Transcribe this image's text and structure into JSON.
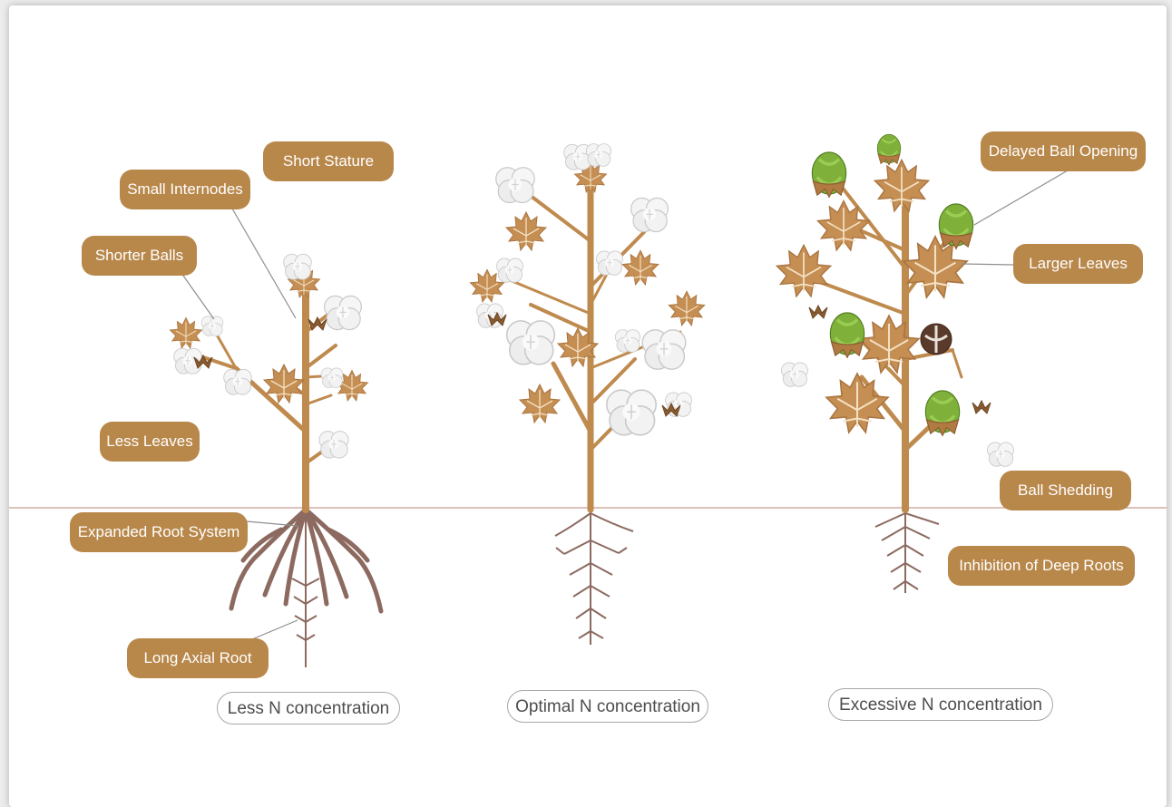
{
  "colors": {
    "tag_fill": "#b8874a",
    "stem": "#bf8a4e",
    "leaf": "#c58e53",
    "leaf_vein": "#f3e1c4",
    "root": "#8c6a60",
    "boll_green": "#7fb13a",
    "cotton": "#f4f4f4",
    "ground_line": "#c79d90",
    "pill_border": "#a8a8a8"
  },
  "icons": [
    "cotton-plant-icon",
    "cotton-boll-icon",
    "green-boll-icon",
    "leaf-icon",
    "root-icon"
  ],
  "plants": [
    {
      "concentration": "Less N concentration",
      "labels": {
        "short_stature": "Short Stature",
        "small_internodes": "Small Internodes",
        "shorter_balls": "Shorter Balls",
        "less_leaves": "Less Leaves",
        "expanded_root_system": "Expanded Root System",
        "long_axial_root": "Long Axial Root"
      }
    },
    {
      "concentration": "Optimal N concentration"
    },
    {
      "concentration": "Excessive N concentration",
      "labels": {
        "delayed_ball_opening": "Delayed Ball Opening",
        "larger_leaves": "Larger Leaves",
        "ball_shedding": "Ball Shedding",
        "inhibition_of_deep_roots": "Inhibition of Deep Roots"
      }
    }
  ]
}
